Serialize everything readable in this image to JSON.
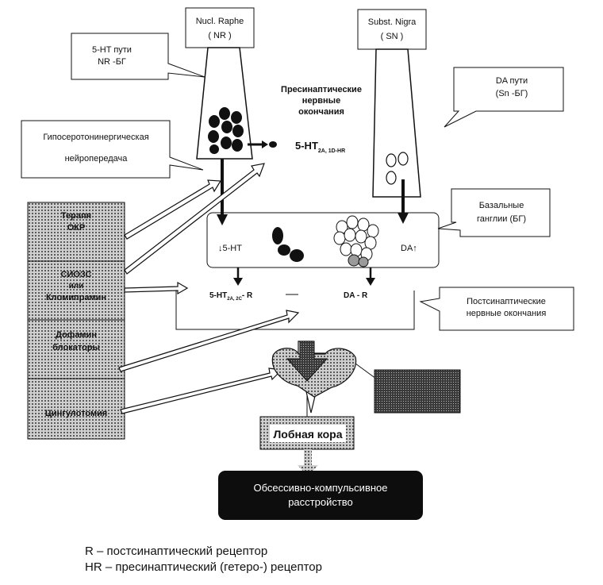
{
  "raphe": {
    "title": "Nucl. Raphe",
    "abbr": "( NR )"
  },
  "nigra": {
    "title": "Subst. Nigra",
    "abbr": "( SN )"
  },
  "callout_5ht_path": {
    "line1": "5-HT пути",
    "line2": "NR -БГ"
  },
  "callout_da_path": {
    "line1": "DA пути",
    "line2": "(Sn -БГ)"
  },
  "presynaptic": {
    "line1": "Пресинаптические",
    "line2": "нервные",
    "line3": "окончания"
  },
  "receptor_5ht": {
    "main": "5-HT",
    "sub": "2A, 1D-HR"
  },
  "hypo_box": {
    "line1": "Гипосеротонинергическая",
    "line2": "нейропередача"
  },
  "basal_callout": {
    "line1": "Базальные",
    "line2": "ганглии (БГ)"
  },
  "basal_labels": {
    "left": "↓5-HT",
    "right": "DA↑"
  },
  "postsyn_labels": {
    "left_main": "5-HT",
    "left_sub": "2A, 2C",
    "left_tail": "- R",
    "right": "DA - R"
  },
  "postsyn_callout": {
    "line1": "Постсинаптические",
    "line2": "нервные окончания"
  },
  "treatments": [
    {
      "line1": "Терапя",
      "line2": "ОКР"
    },
    {
      "line1": "СИОЗС",
      "line2": "или",
      "line3": "Кломипрамин"
    },
    {
      "line1": "Дофамин",
      "line2": "блокаторы"
    },
    {
      "line1": "Цингулотомия"
    }
  ],
  "cortex": {
    "label": "Лобная кора"
  },
  "ocd": {
    "line1": "Обсессивно-компульсивное",
    "line2": "расстройство"
  },
  "legend": [
    "R – постсинаптический рецептор",
    "HR – пресинаптический (гетеро-) рецептор"
  ],
  "colors": {
    "ink": "#111111",
    "black_box": "#0d0d0d",
    "gray_fill": "#9a9a9a",
    "stipple": "#6e6e6e"
  }
}
